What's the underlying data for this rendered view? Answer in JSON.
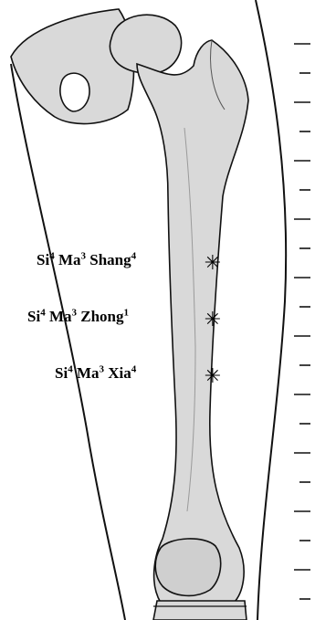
{
  "points": [
    {
      "syllables": [
        {
          "text": "Si",
          "tone": "4"
        },
        {
          "text": "Ma",
          "tone": "3"
        },
        {
          "text": "Shang",
          "tone": "4"
        }
      ]
    },
    {
      "syllables": [
        {
          "text": "Si",
          "tone": "4"
        },
        {
          "text": "Ma",
          "tone": "3"
        },
        {
          "text": "Zhong",
          "tone": "1"
        }
      ]
    },
    {
      "syllables": [
        {
          "text": "Si",
          "tone": "4"
        },
        {
          "text": "Ma",
          "tone": "3"
        },
        {
          "text": "Xia",
          "tone": "4"
        }
      ]
    }
  ],
  "marker_glyph": "✳",
  "colors": {
    "bone_fill": "#d9d9d9",
    "outline": "#111111",
    "background": "#ffffff"
  },
  "ruler": {
    "tick_count": 20
  }
}
